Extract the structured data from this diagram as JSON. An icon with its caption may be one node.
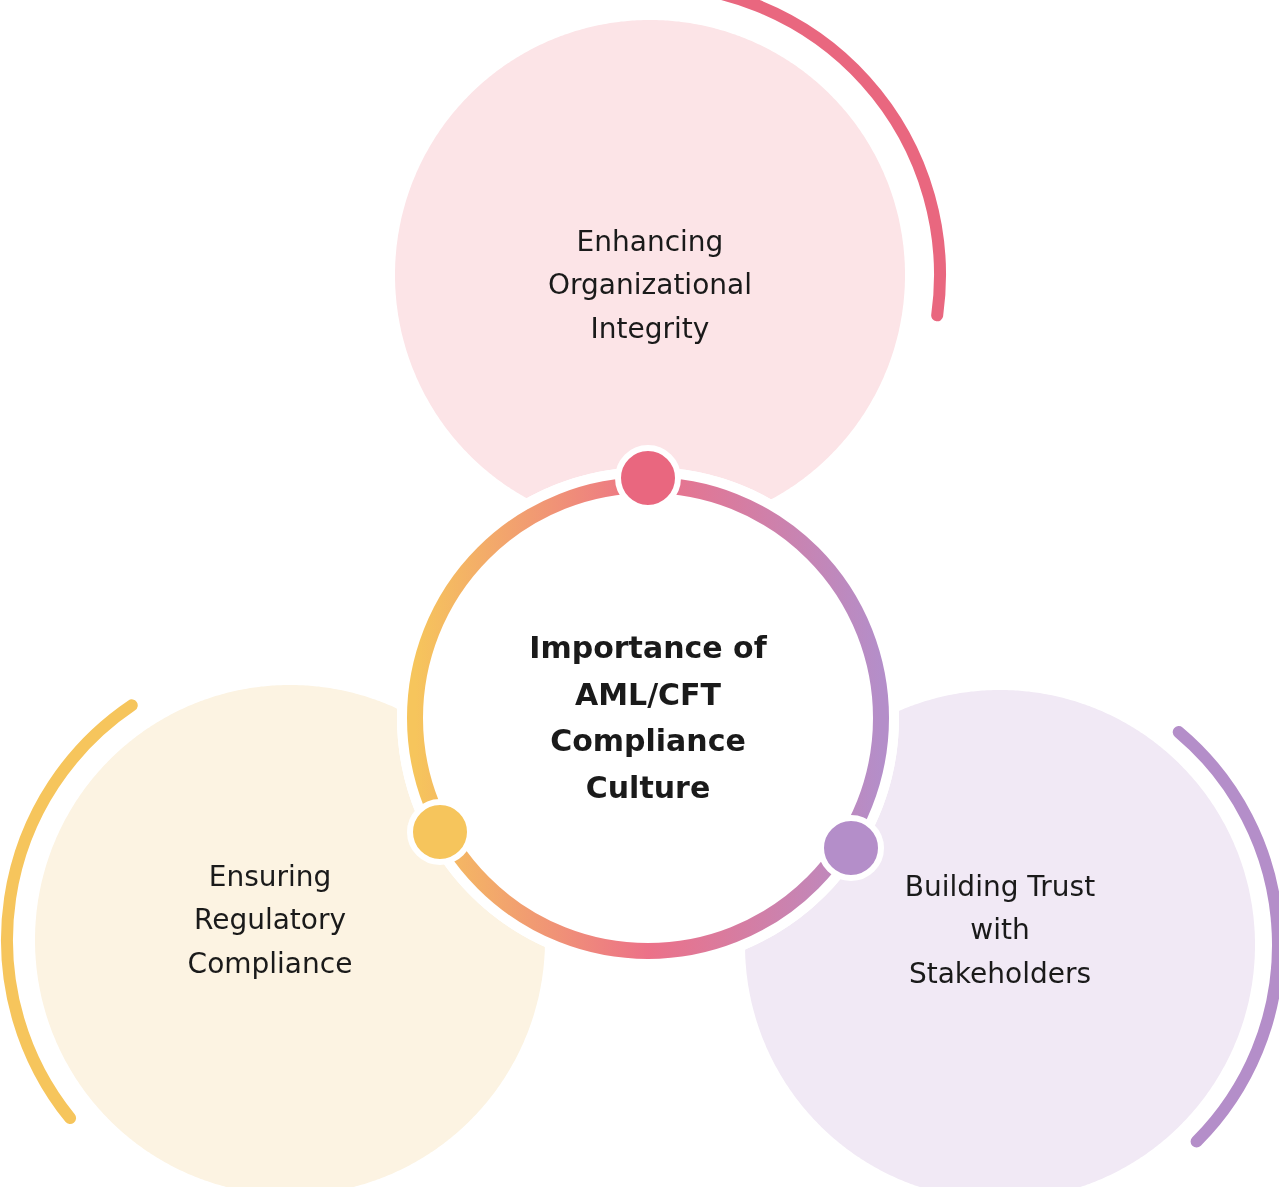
{
  "diagram": {
    "nodes": [
      {
        "text": [
          "Importance of AML/CFT Compliance Culture"
        ]
      },
      {
        "text": [
          "Enhancing Organizational Integrity"
        ]
      },
      {
        "text": [
          "Ensuring Regulatory Compliance"
        ]
      },
      {
        "text": [
          "Building Trust with Stakeholders"
        ]
      }
    ],
    "edges": []
  }
}
